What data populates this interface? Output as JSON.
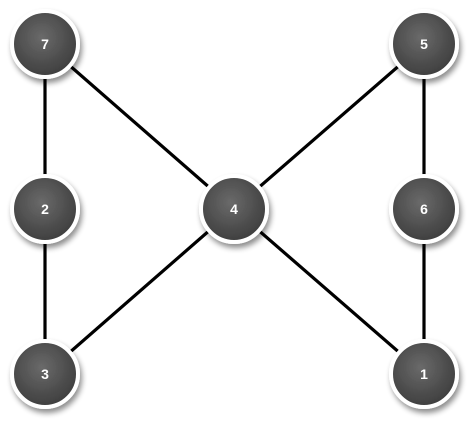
{
  "graph": {
    "nodes": [
      {
        "id": "7",
        "label": "7"
      },
      {
        "id": "5",
        "label": "5"
      },
      {
        "id": "2",
        "label": "2"
      },
      {
        "id": "4",
        "label": "4"
      },
      {
        "id": "6",
        "label": "6"
      },
      {
        "id": "3",
        "label": "3"
      },
      {
        "id": "1",
        "label": "1"
      }
    ],
    "edges": [
      {
        "from": "7",
        "to": "2"
      },
      {
        "from": "7",
        "to": "4"
      },
      {
        "from": "2",
        "to": "3"
      },
      {
        "from": "3",
        "to": "4"
      },
      {
        "from": "5",
        "to": "4"
      },
      {
        "from": "5",
        "to": "6"
      },
      {
        "from": "6",
        "to": "1"
      },
      {
        "from": "4",
        "to": "1"
      }
    ],
    "colors": {
      "node_fill": "#4a4a4a",
      "node_border": "#ffffff",
      "label_color": "#ffffff",
      "edge_color": "#000000",
      "background": "#ffffff"
    }
  }
}
